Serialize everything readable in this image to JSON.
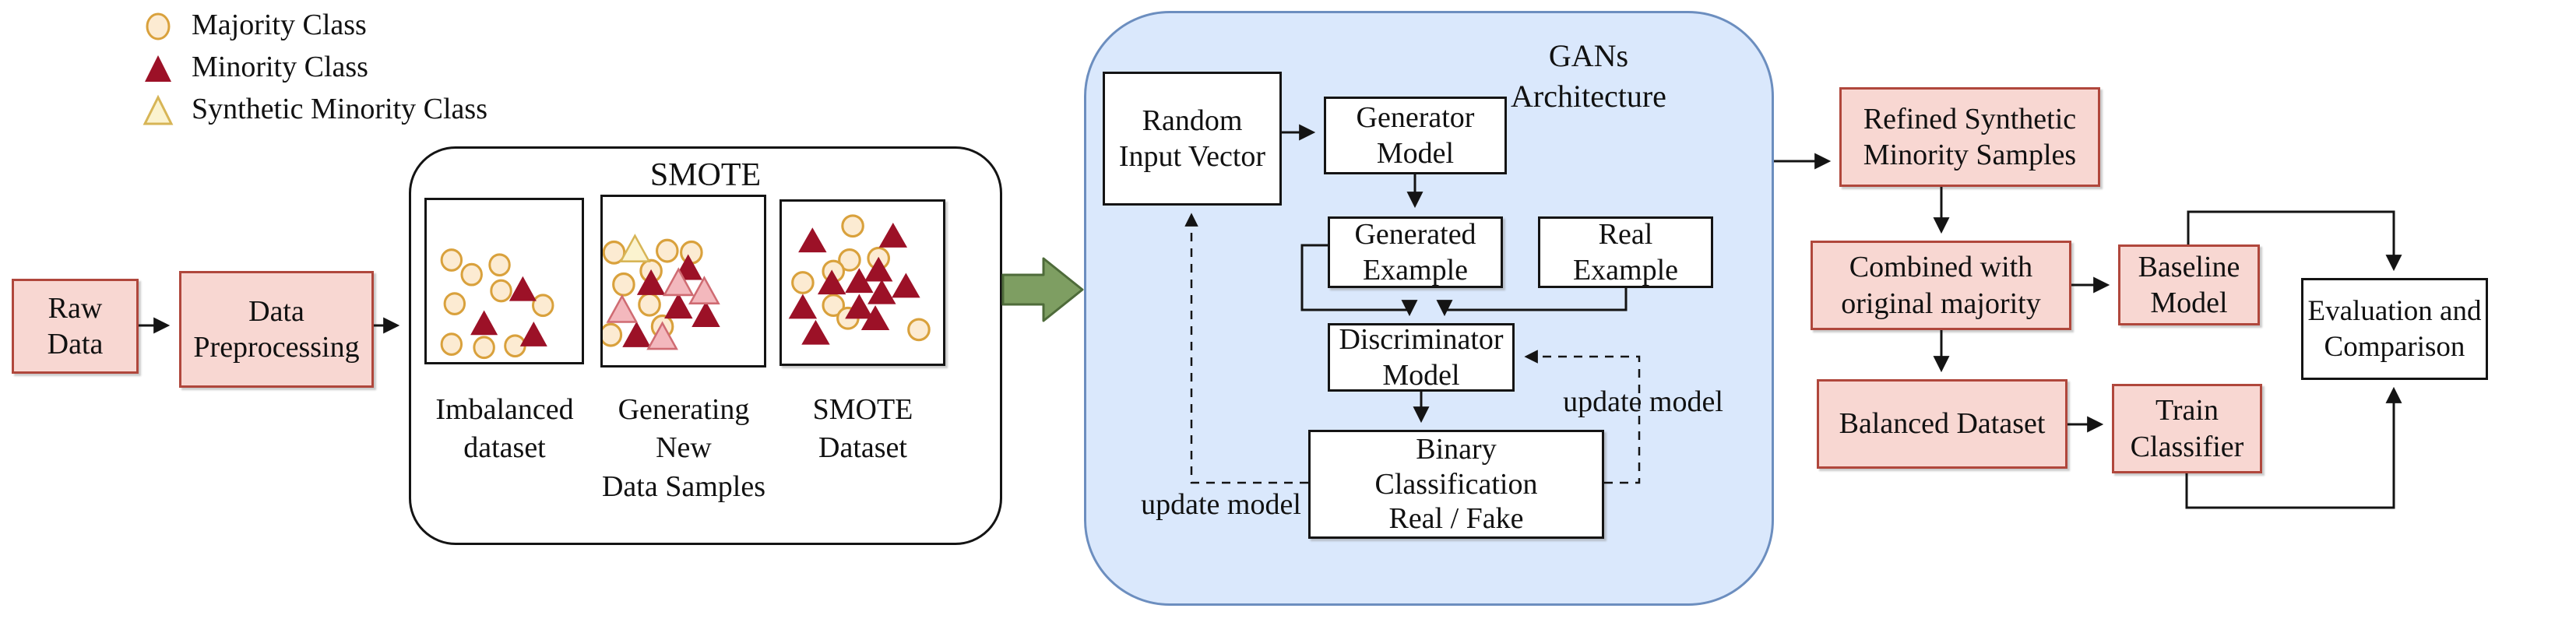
{
  "legend": {
    "items": [
      {
        "id": "majority",
        "label": "Majority Class",
        "marker": "circle"
      },
      {
        "id": "minority",
        "label": "Minority Class",
        "marker": "triangle-dark"
      },
      {
        "id": "synthetic",
        "label": "Synthetic Minority Class",
        "marker": "triangle-pale"
      }
    ]
  },
  "flow": {
    "raw_data": [
      "Raw",
      "Data"
    ],
    "data_preprocessing": [
      "Data",
      "Preprocessing"
    ]
  },
  "smote": {
    "title": "SMOTE",
    "panels": [
      {
        "label": [
          "Imbalanced",
          "dataset"
        ],
        "points": [
          {
            "t": "maj",
            "x": 0.16,
            "y": 0.37
          },
          {
            "t": "maj",
            "x": 0.29,
            "y": 0.46
          },
          {
            "t": "maj",
            "x": 0.47,
            "y": 0.4
          },
          {
            "t": "maj",
            "x": 0.48,
            "y": 0.56
          },
          {
            "t": "maj",
            "x": 0.18,
            "y": 0.64
          },
          {
            "t": "maj",
            "x": 0.75,
            "y": 0.65
          },
          {
            "t": "maj",
            "x": 0.16,
            "y": 0.89
          },
          {
            "t": "maj",
            "x": 0.37,
            "y": 0.91
          },
          {
            "t": "maj",
            "x": 0.57,
            "y": 0.9
          },
          {
            "t": "min",
            "x": 0.62,
            "y": 0.56
          },
          {
            "t": "min",
            "x": 0.37,
            "y": 0.77
          },
          {
            "t": "min",
            "x": 0.69,
            "y": 0.84
          }
        ]
      },
      {
        "label": [
          "Generating New",
          "Data Samples"
        ],
        "points": [
          {
            "t": "maj",
            "x": 0.07,
            "y": 0.33
          },
          {
            "t": "maj",
            "x": 0.4,
            "y": 0.32
          },
          {
            "t": "maj",
            "x": 0.55,
            "y": 0.33
          },
          {
            "t": "maj",
            "x": 0.3,
            "y": 0.44
          },
          {
            "t": "maj",
            "x": 0.13,
            "y": 0.52
          },
          {
            "t": "maj",
            "x": 0.29,
            "y": 0.64
          },
          {
            "t": "maj",
            "x": 0.37,
            "y": 0.77
          },
          {
            "t": "maj",
            "x": 0.05,
            "y": 0.82
          },
          {
            "t": "min",
            "x": 0.53,
            "y": 0.43
          },
          {
            "t": "min",
            "x": 0.3,
            "y": 0.52
          },
          {
            "t": "min",
            "x": 0.47,
            "y": 0.66
          },
          {
            "t": "min",
            "x": 0.64,
            "y": 0.71
          },
          {
            "t": "min",
            "x": 0.21,
            "y": 0.83
          },
          {
            "t": "synp",
            "x": 0.47,
            "y": 0.52
          },
          {
            "t": "synp",
            "x": 0.63,
            "y": 0.57
          },
          {
            "t": "synp",
            "x": 0.12,
            "y": 0.68
          },
          {
            "t": "synp",
            "x": 0.37,
            "y": 0.84
          },
          {
            "t": "syny",
            "x": 0.2,
            "y": 0.32
          }
        ]
      },
      {
        "label": [
          "SMOTE",
          "Dataset"
        ],
        "points": [
          {
            "t": "maj",
            "x": 0.44,
            "y": 0.15
          },
          {
            "t": "maj",
            "x": 0.42,
            "y": 0.36
          },
          {
            "t": "maj",
            "x": 0.6,
            "y": 0.35
          },
          {
            "t": "maj",
            "x": 0.32,
            "y": 0.43
          },
          {
            "t": "maj",
            "x": 0.13,
            "y": 0.5
          },
          {
            "t": "maj",
            "x": 0.32,
            "y": 0.64
          },
          {
            "t": "maj",
            "x": 0.41,
            "y": 0.72
          },
          {
            "t": "maj",
            "x": 0.85,
            "y": 0.79
          },
          {
            "t": "min",
            "x": 0.19,
            "y": 0.25
          },
          {
            "t": "min",
            "x": 0.69,
            "y": 0.22
          },
          {
            "t": "min",
            "x": 0.6,
            "y": 0.43
          },
          {
            "t": "min",
            "x": 0.31,
            "y": 0.51
          },
          {
            "t": "min",
            "x": 0.48,
            "y": 0.5
          },
          {
            "t": "min",
            "x": 0.62,
            "y": 0.57
          },
          {
            "t": "min",
            "x": 0.77,
            "y": 0.53
          },
          {
            "t": "min",
            "x": 0.13,
            "y": 0.66
          },
          {
            "t": "min",
            "x": 0.48,
            "y": 0.66
          },
          {
            "t": "min",
            "x": 0.58,
            "y": 0.73
          },
          {
            "t": "min",
            "x": 0.21,
            "y": 0.82
          }
        ]
      }
    ]
  },
  "gans": {
    "title": [
      "GANs",
      "Architecture"
    ],
    "random_input": [
      "Random",
      "Input Vector"
    ],
    "generator": [
      "Generator",
      "Model"
    ],
    "generated": [
      "Generated",
      "Example"
    ],
    "real": [
      "Real",
      "Example"
    ],
    "discriminator": [
      "Discriminator",
      "Model"
    ],
    "binary": [
      "Binary",
      "Classification",
      "Real / Fake"
    ],
    "update_model_left": "update model",
    "update_model_right": "update model"
  },
  "output": {
    "refined": [
      "Refined Synthetic",
      "Minority Samples"
    ],
    "combined": [
      "Combined with",
      "original majority"
    ],
    "baseline": [
      "Baseline",
      "Model"
    ],
    "balanced": "Balanced Dataset",
    "train": [
      "Train",
      "Classifier"
    ],
    "evaluation": [
      "Evaluation and",
      "Comparison"
    ]
  },
  "colors": {
    "pink_fill": "#f8d7d2",
    "pink_stroke": "#b0473c",
    "blue_fill": "#dae8fc",
    "blue_stroke": "#6c8ebf",
    "green_arrow_fill": "#7e9e62",
    "green_arrow_stroke": "#4e6b3a",
    "majority_fill": "#fcebd2",
    "majority_stroke": "#d9a13c",
    "minority_fill": "#9c1127",
    "synthetic_pink_fill": "#f3b8bd",
    "synthetic_pink_stroke": "#cf6b72",
    "synthetic_pale_fill": "#fbf3cf",
    "synthetic_pale_stroke": "#d7b556",
    "wire": "#141414"
  }
}
